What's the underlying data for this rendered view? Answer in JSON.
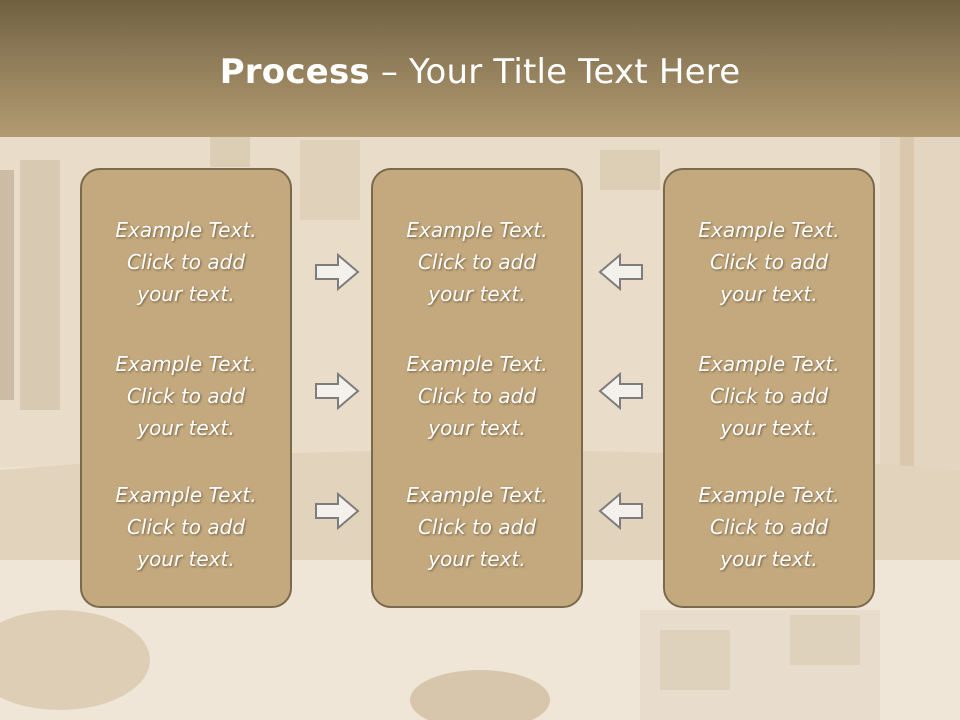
{
  "title": {
    "bold": "Process",
    "rest": " – Your Title Text Here"
  },
  "columns": [
    {
      "items": [
        {
          "line1": "Example Text.",
          "line2": "Click  to add",
          "line3": "your text."
        },
        {
          "line1": "Example Text.",
          "line2": "Click  to add",
          "line3": "your text."
        },
        {
          "line1": "Example Text.",
          "line2": "Click  to add",
          "line3": "your text."
        }
      ]
    },
    {
      "items": [
        {
          "line1": "Example Text.",
          "line2": "Click  to add",
          "line3": "your text."
        },
        {
          "line1": "Example Text.",
          "line2": "Click  to add",
          "line3": "your text."
        },
        {
          "line1": "Example Text.",
          "line2": "Click  to add",
          "line3": "your text."
        }
      ]
    },
    {
      "items": [
        {
          "line1": "Example Text.",
          "line2": "Click  to add",
          "line3": "your text."
        },
        {
          "line1": "Example Text.",
          "line2": "Click  to add",
          "line3": "your text."
        },
        {
          "line1": "Example Text.",
          "line2": "Click  to add",
          "line3": "your text."
        }
      ]
    }
  ],
  "colors": {
    "header": "#8a7755",
    "box_fill": "#c4a97e",
    "box_border": "#7a6a4d",
    "text": "#ffffff"
  },
  "icons": {
    "left_arrows": "arrow-right-icon",
    "right_arrows": "arrow-left-icon"
  }
}
